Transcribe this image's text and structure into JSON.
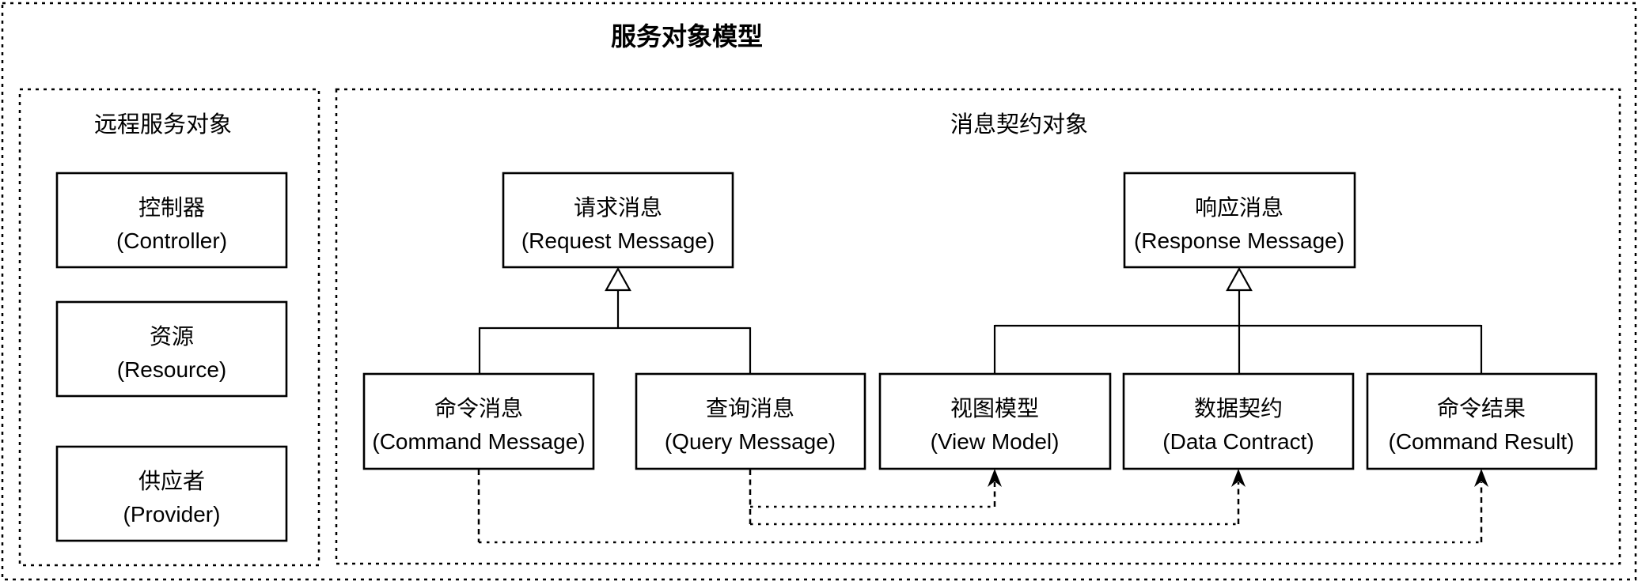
{
  "title": "服务对象模型",
  "colors": {
    "ink": "#000000",
    "paper": "#ffffff"
  },
  "groups": {
    "remote_service_objects": {
      "label": "远程服务对象"
    },
    "message_contract_objects": {
      "label": "消息契约对象"
    }
  },
  "nodes": {
    "controller": {
      "zh": "控制器",
      "en": "(Controller)"
    },
    "resource": {
      "zh": "资源",
      "en": "(Resource)"
    },
    "provider": {
      "zh": "供应者",
      "en": "(Provider)"
    },
    "request_message": {
      "zh": "请求消息",
      "en": "(Request Message)"
    },
    "response_message": {
      "zh": "响应消息",
      "en": "(Response Message)"
    },
    "command_message": {
      "zh": "命令消息",
      "en": "(Command Message)"
    },
    "query_message": {
      "zh": "查询消息",
      "en": "(Query Message)"
    },
    "view_model": {
      "zh": "视图模型",
      "en": "(View Model)"
    },
    "data_contract": {
      "zh": "数据契约",
      "en": "(Data Contract)"
    },
    "command_result": {
      "zh": "命令结果",
      "en": "(Command Result)"
    }
  },
  "edges": [
    {
      "type": "inheritance",
      "from": "command_message",
      "to": "request_message"
    },
    {
      "type": "inheritance",
      "from": "query_message",
      "to": "request_message"
    },
    {
      "type": "inheritance",
      "from": "view_model",
      "to": "response_message"
    },
    {
      "type": "inheritance",
      "from": "data_contract",
      "to": "response_message"
    },
    {
      "type": "inheritance",
      "from": "command_result",
      "to": "response_message"
    },
    {
      "type": "dependency",
      "from": "query_message",
      "to": "view_model"
    },
    {
      "type": "dependency",
      "from": "query_message",
      "to": "data_contract"
    },
    {
      "type": "dependency",
      "from": "command_message",
      "to": "command_result"
    }
  ]
}
